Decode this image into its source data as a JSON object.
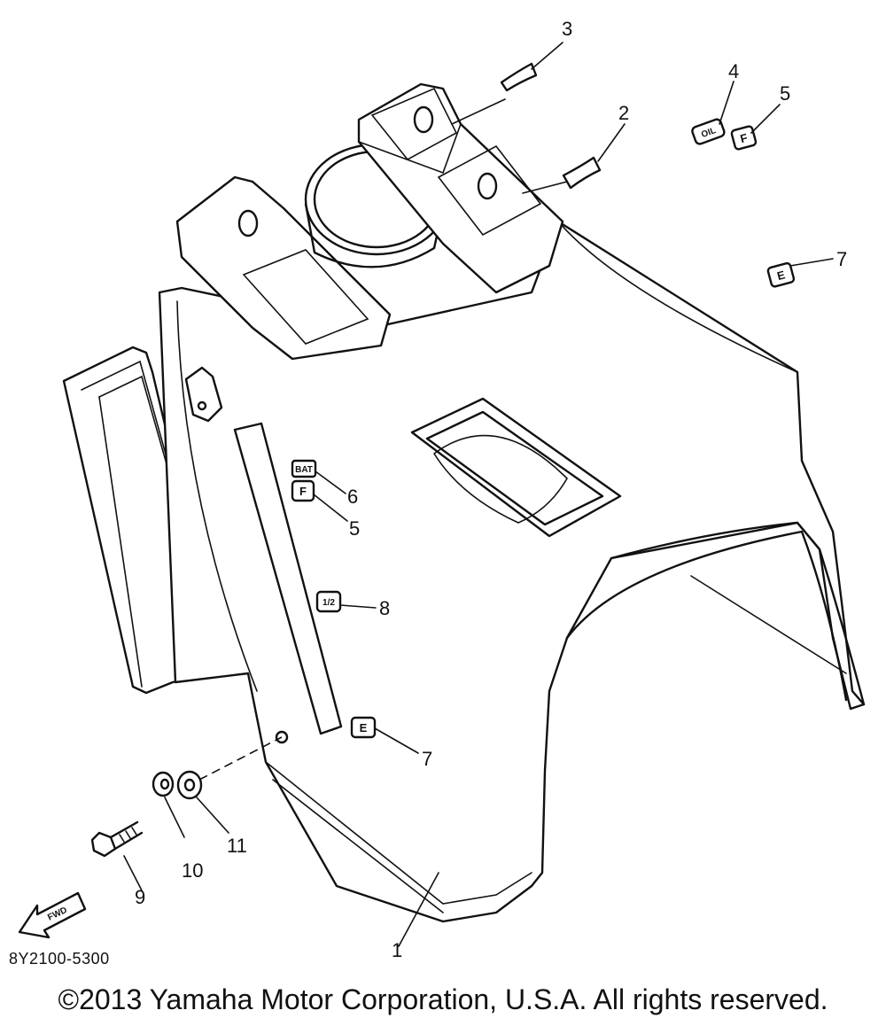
{
  "callouts": {
    "c1": "1",
    "c2": "2",
    "c3": "3",
    "c4": "4",
    "c5a": "5",
    "c5b": "5",
    "c6": "6",
    "c7a": "7",
    "c7b": "7",
    "c8": "8",
    "c9": "9",
    "c10": "10",
    "c11": "11"
  },
  "decals": {
    "oil": "OIL",
    "fuel_top": "F",
    "fuel_side": "F",
    "empty_top": "E",
    "empty_side": "E",
    "battery": "BAT",
    "half": "1/2"
  },
  "fwd_label": "FWD",
  "diagram_code": "8Y2100-5300",
  "copyright": "©2013 Yamaha Motor Corporation, U.S.A. All rights reserved."
}
